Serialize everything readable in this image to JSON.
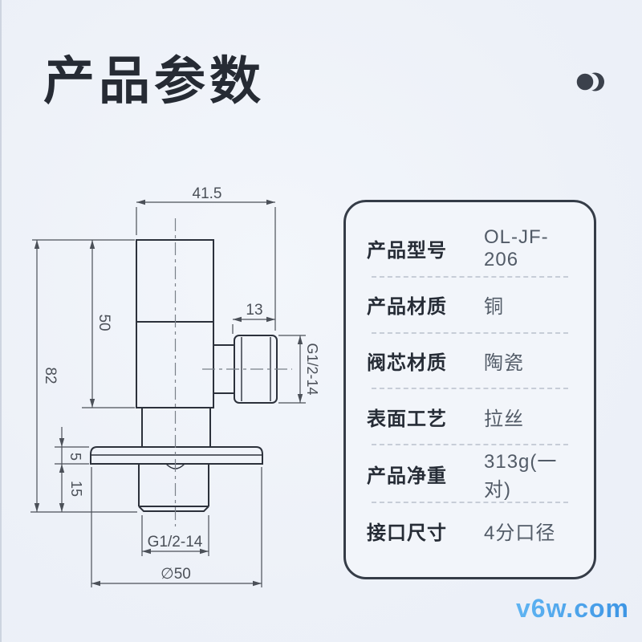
{
  "page": {
    "title": "产品参数",
    "watermark": "v6w.com"
  },
  "icons": {
    "brand_mark": "dot-and-crescent-icon"
  },
  "colors": {
    "background": "#edf1f8",
    "title_text": "#262b34",
    "outline_line": "#2c313b",
    "dimension_line": "#4b5058",
    "card_border": "#353c47",
    "divider": "#c7cdd7",
    "watermark_blue": "#48a1e9"
  },
  "drawing": {
    "dims": {
      "total_width": "41.5",
      "body_height": "50",
      "total_height": "82",
      "outlet_width": "13",
      "outlet_thread": "G1/2-14",
      "flange_thickness": "5",
      "lower_height": "15",
      "bottom_thread": "G1/2-14",
      "flange_diameter": "∅50"
    }
  },
  "specs": {
    "rows": [
      {
        "label": "产品型号",
        "value": "OL-JF-206"
      },
      {
        "label": "产品材质",
        "value": "铜"
      },
      {
        "label": "阀芯材质",
        "value": "陶瓷"
      },
      {
        "label": "表面工艺",
        "value": "拉丝"
      },
      {
        "label": "产品净重",
        "value": "313g(一对)"
      },
      {
        "label": "接口尺寸",
        "value": "4分口径"
      }
    ]
  }
}
